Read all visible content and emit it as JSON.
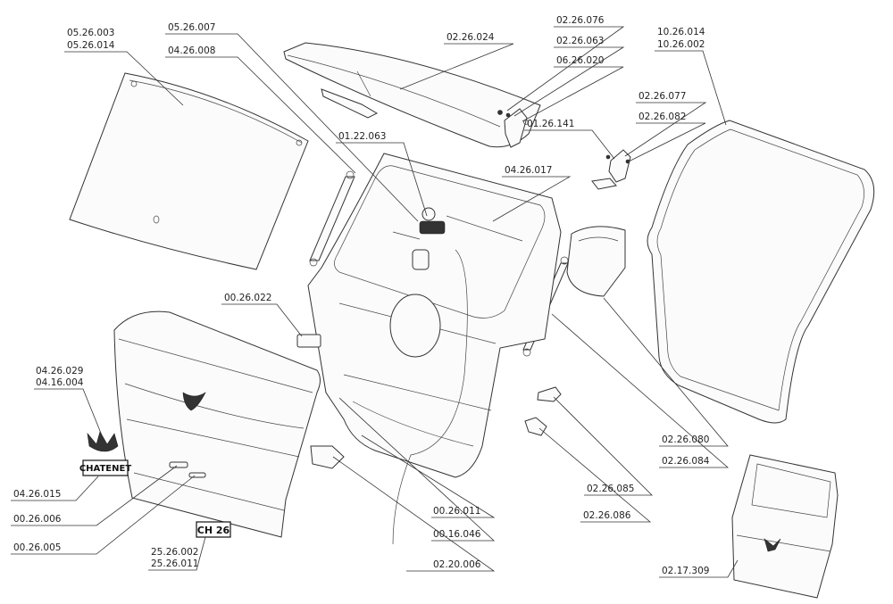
{
  "labels": [
    "05.26.003",
    "05.26.014",
    "05.26.007",
    "04.26.008",
    "02.26.024",
    "02.26.076",
    "02.26.063",
    "06.26.020",
    "02.26.077",
    "02.26.082",
    "01.26.141",
    "10.26.014",
    "10.26.002",
    "01.22.063",
    "04.26.017",
    "00.26.022",
    "04.26.029",
    "04.16.004",
    "04.26.015",
    "00.26.006",
    "00.26.005",
    "25.26.002",
    "25.26.011",
    "00.26.011",
    "00.16.046",
    "02.20.006",
    "02.26.080",
    "02.26.084",
    "02.26.085",
    "02.26.086",
    "02.17.309"
  ],
  "badges": {
    "chatenet": "CHATENET",
    "ch26": "CH 26"
  }
}
